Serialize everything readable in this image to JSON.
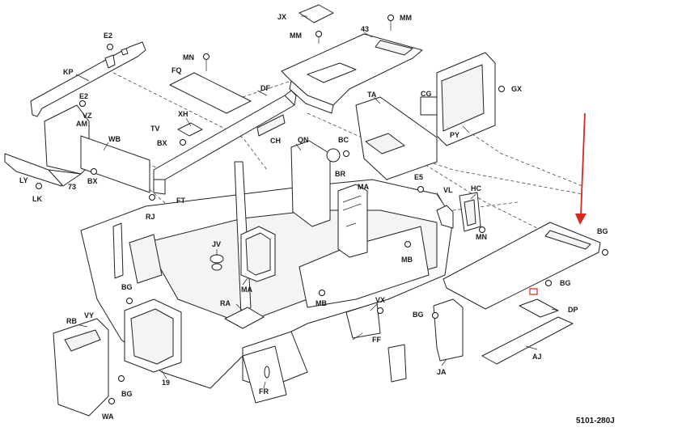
{
  "diagram": {
    "reference_code": "5101-280J",
    "labels": [
      {
        "id": "JX",
        "text": "JX"
      },
      {
        "id": "MM1",
        "text": "MM"
      },
      {
        "id": "MM2",
        "text": "MM"
      },
      {
        "id": "43",
        "text": "43"
      },
      {
        "id": "E2a",
        "text": "E2"
      },
      {
        "id": "KP",
        "text": "KP"
      },
      {
        "id": "MN1",
        "text": "MN"
      },
      {
        "id": "FQ",
        "text": "FQ"
      },
      {
        "id": "DF",
        "text": "DF"
      },
      {
        "id": "GX",
        "text": "GX"
      },
      {
        "id": "TA",
        "text": "TA"
      },
      {
        "id": "CG",
        "text": "CG"
      },
      {
        "id": "E2b",
        "text": "E2"
      },
      {
        "id": "VZ",
        "text": "VZ"
      },
      {
        "id": "AM",
        "text": "AM"
      },
      {
        "id": "XH",
        "text": "XH"
      },
      {
        "id": "TV",
        "text": "TV"
      },
      {
        "id": "CH",
        "text": "CH"
      },
      {
        "id": "QN",
        "text": "QN"
      },
      {
        "id": "BC",
        "text": "BC"
      },
      {
        "id": "PY",
        "text": "PY"
      },
      {
        "id": "WB",
        "text": "WB"
      },
      {
        "id": "BX1",
        "text": "BX"
      },
      {
        "id": "BR",
        "text": "BR"
      },
      {
        "id": "LY",
        "text": "LY"
      },
      {
        "id": "73",
        "text": "73"
      },
      {
        "id": "BX2",
        "text": "BX"
      },
      {
        "id": "E5",
        "text": "E5"
      },
      {
        "id": "LK",
        "text": "LK"
      },
      {
        "id": "FT",
        "text": "FT"
      },
      {
        "id": "MA1",
        "text": "MA"
      },
      {
        "id": "VL",
        "text": "VL"
      },
      {
        "id": "HC",
        "text": "HC"
      },
      {
        "id": "RJ",
        "text": "RJ"
      },
      {
        "id": "BG1",
        "text": "BG"
      },
      {
        "id": "MN2",
        "text": "MN"
      },
      {
        "id": "JV",
        "text": "JV"
      },
      {
        "id": "MB1",
        "text": "MB"
      },
      {
        "id": "BG2",
        "text": "BG"
      },
      {
        "id": "MA2",
        "text": "MA"
      },
      {
        "id": "BG3",
        "text": "BG"
      },
      {
        "id": "RA",
        "text": "RA"
      },
      {
        "id": "MB2",
        "text": "MB"
      },
      {
        "id": "VX",
        "text": "VX"
      },
      {
        "id": "DP",
        "text": "DP"
      },
      {
        "id": "RB",
        "text": "RB"
      },
      {
        "id": "VY",
        "text": "VY"
      },
      {
        "id": "BG4",
        "text": "BG"
      },
      {
        "id": "FF",
        "text": "FF"
      },
      {
        "id": "AJ",
        "text": "AJ"
      },
      {
        "id": "JA",
        "text": "JA"
      },
      {
        "id": "19",
        "text": "19"
      },
      {
        "id": "FR",
        "text": "FR"
      },
      {
        "id": "BG5",
        "text": "BG"
      },
      {
        "id": "WA",
        "text": "WA"
      }
    ]
  },
  "colors": {
    "arrow": "#d6281f",
    "line": "#222222"
  },
  "icons": [
    "screw-icon",
    "pointer-arrow-icon"
  ]
}
